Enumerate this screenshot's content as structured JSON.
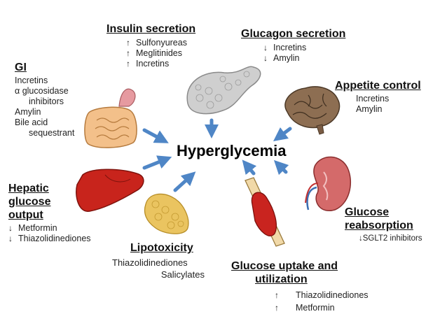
{
  "center": "Hyperglycemia",
  "insulin": {
    "title": "Insulin secretion",
    "items": [
      {
        "arrow": "↑",
        "text": "Sulfonyureas"
      },
      {
        "arrow": "↑",
        "text": "Meglitinides"
      },
      {
        "arrow": "↑",
        "text": "Incretins"
      }
    ]
  },
  "glucagon": {
    "title": "Glucagon secretion",
    "items": [
      {
        "arrow": "↓",
        "text": "Incretins"
      },
      {
        "arrow": "↓",
        "text": "Amylin"
      }
    ]
  },
  "gi": {
    "title": "GI",
    "items": [
      "Incretins",
      "α glucosidase",
      "inhibitors",
      "Amylin",
      "Bile acid",
      "sequestrant"
    ]
  },
  "appetite": {
    "title": "Appetite control",
    "items": [
      "Incretins",
      "Amylin"
    ]
  },
  "hepatic": {
    "title_lines": [
      "Hepatic",
      "glucose",
      "output"
    ],
    "items": [
      {
        "arrow": "↓",
        "text": "Metformin"
      },
      {
        "arrow": "↓",
        "text": "Thiazolidinediones"
      }
    ]
  },
  "lipotoxicity": {
    "title": "Lipotoxicity",
    "items": [
      "Thiazolidinediones",
      "Salicylates"
    ]
  },
  "uptake": {
    "title_lines": [
      "Glucose uptake and",
      "utilization"
    ],
    "items": [
      {
        "arrow": "↑",
        "text": "Thiazolidinediones"
      },
      {
        "arrow": "↑",
        "text": "Metformin"
      }
    ]
  },
  "reabsorption": {
    "title_lines": [
      "Glucose",
      "reabsorption"
    ],
    "items": [
      {
        "arrow": "↓",
        "text": "SGLT2 inhibitors"
      }
    ]
  },
  "colors": {
    "arrow": "#4f86c6",
    "liver": "#c8241c",
    "muscle": "#c9241f",
    "fat": "#e9c25a",
    "brain": "#8a6b4e",
    "pancreas": "#c9c9c9",
    "intestine": "#f0b97a",
    "kidney": "#c25a5a"
  }
}
